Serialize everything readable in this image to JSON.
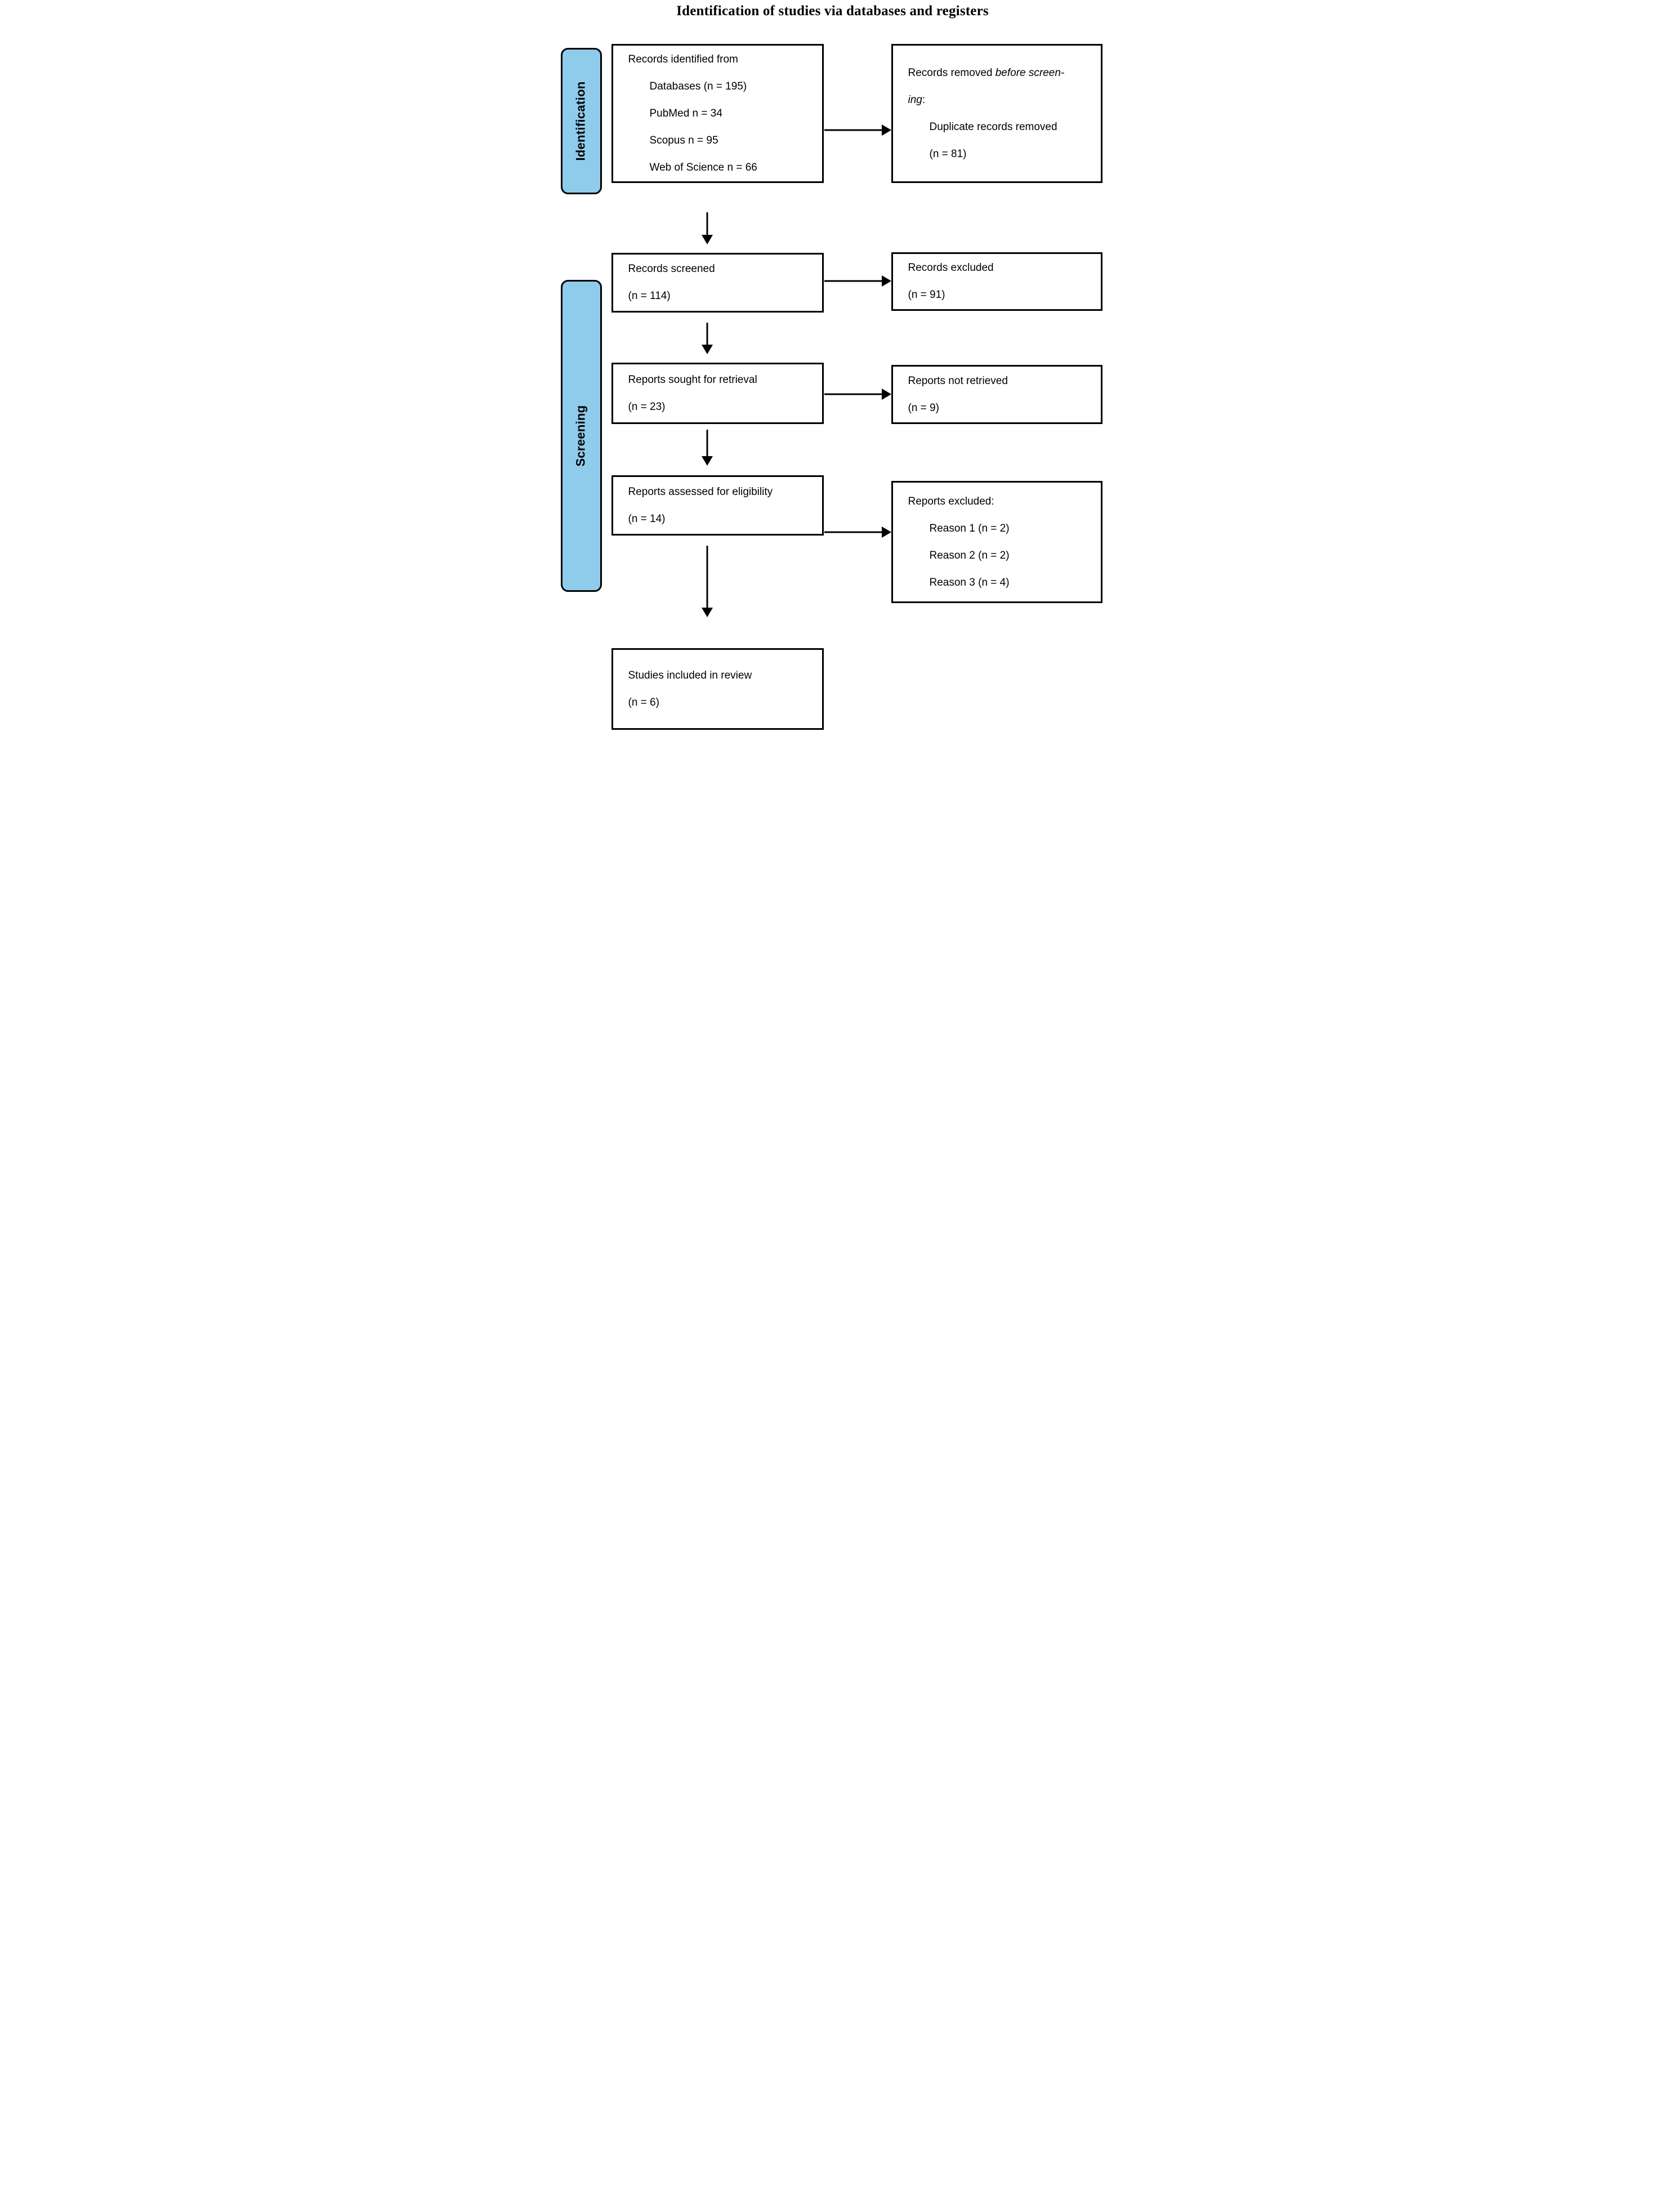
{
  "title": "Identification of studies via databases and registers",
  "colors": {
    "stage_fill": "#8FCBEB",
    "border": "#000000",
    "box_fill": "#FFFFFF"
  },
  "stages": {
    "identification": {
      "label": "Identification"
    },
    "screening": {
      "label": "Screening"
    }
  },
  "boxes": {
    "records_identified": {
      "lines": [
        {
          "parts": [
            {
              "text": "Records identified from",
              "italic": false
            }
          ],
          "indent": 0
        },
        {
          "parts": [
            {
              "text": "Databases (n = 195)",
              "italic": false
            }
          ],
          "indent": 1
        },
        {
          "parts": [
            {
              "text": "PubMed n = 34",
              "italic": false
            }
          ],
          "indent": 1
        },
        {
          "parts": [
            {
              "text": "Scopus n = 95",
              "italic": false
            }
          ],
          "indent": 1
        },
        {
          "parts": [
            {
              "text": "Web of Science n = 66",
              "italic": false
            }
          ],
          "indent": 1
        }
      ]
    },
    "records_removed": {
      "lines": [
        {
          "parts": [
            {
              "text": "Records removed ",
              "italic": false
            },
            {
              "text": "before screen-",
              "italic": true
            }
          ],
          "indent": 0
        },
        {
          "parts": [
            {
              "text": "ing",
              "italic": true
            },
            {
              "text": ":",
              "italic": false
            }
          ],
          "indent": 0
        },
        {
          "parts": [
            {
              "text": "Duplicate records removed",
              "italic": false
            }
          ],
          "indent": 1
        },
        {
          "parts": [
            {
              "text": "(n = 81)",
              "italic": false
            }
          ],
          "indent": 1
        }
      ]
    },
    "records_screened": {
      "lines": [
        {
          "parts": [
            {
              "text": "Records screened",
              "italic": false
            }
          ],
          "indent": 0
        },
        {
          "parts": [
            {
              "text": "(n = 114)",
              "italic": false
            }
          ],
          "indent": 0
        }
      ]
    },
    "records_excluded": {
      "lines": [
        {
          "parts": [
            {
              "text": "Records excluded",
              "italic": false
            }
          ],
          "indent": 0
        },
        {
          "parts": [
            {
              "text": "(n = 91)",
              "italic": false
            }
          ],
          "indent": 0
        }
      ]
    },
    "reports_sought": {
      "lines": [
        {
          "parts": [
            {
              "text": "Reports sought for retrieval",
              "italic": false
            }
          ],
          "indent": 0
        },
        {
          "parts": [
            {
              "text": "(n = 23)",
              "italic": false
            }
          ],
          "indent": 0
        }
      ]
    },
    "reports_not_retrieved": {
      "lines": [
        {
          "parts": [
            {
              "text": "Reports not retrieved",
              "italic": false
            }
          ],
          "indent": 0
        },
        {
          "parts": [
            {
              "text": "(n = 9)",
              "italic": false
            }
          ],
          "indent": 0
        }
      ]
    },
    "reports_assessed": {
      "lines": [
        {
          "parts": [
            {
              "text": "Reports assessed for eligibility",
              "italic": false
            }
          ],
          "indent": 0
        },
        {
          "parts": [
            {
              "text": "(n = 14)",
              "italic": false
            }
          ],
          "indent": 0
        }
      ]
    },
    "reports_excluded": {
      "lines": [
        {
          "parts": [
            {
              "text": "Reports excluded:",
              "italic": false
            }
          ],
          "indent": 0
        },
        {
          "parts": [
            {
              "text": "Reason 1 (n = 2)",
              "italic": false
            }
          ],
          "indent": 1
        },
        {
          "parts": [
            {
              "text": "Reason 2 (n = 2)",
              "italic": false
            }
          ],
          "indent": 1
        },
        {
          "parts": [
            {
              "text": "Reason 3 (n = 4)",
              "italic": false
            }
          ],
          "indent": 1
        }
      ]
    },
    "studies_included": {
      "lines": [
        {
          "parts": [
            {
              "text": "Studies included in review",
              "italic": false
            }
          ],
          "indent": 0
        },
        {
          "parts": [
            {
              "text": "(n = 6)",
              "italic": false
            }
          ],
          "indent": 0
        }
      ]
    }
  }
}
